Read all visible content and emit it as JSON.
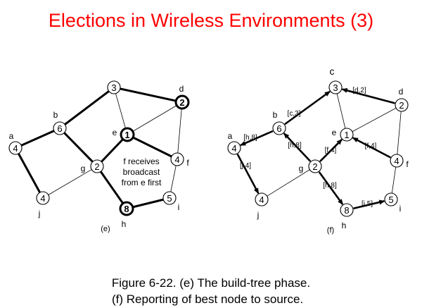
{
  "title": "Elections in Wireless Environments (3)",
  "caption": {
    "line1": "Figure 6-22. (e) The build-tree phase.",
    "line2": "(f) Reporting of best node to source."
  },
  "left": {
    "panel_label": "(e)",
    "nodes": [
      {
        "id": "a",
        "capacity": "4",
        "letter": "a"
      },
      {
        "id": "b",
        "capacity": "6",
        "letter": "b"
      },
      {
        "id": "c",
        "capacity": "3",
        "letter": ""
      },
      {
        "id": "d",
        "capacity": "2",
        "letter": "d"
      },
      {
        "id": "e",
        "capacity": "1",
        "letter": "e"
      },
      {
        "id": "f",
        "capacity": "4",
        "letter": "f"
      },
      {
        "id": "g",
        "capacity": "2",
        "letter": "g"
      },
      {
        "id": "h",
        "capacity": "8",
        "letter": "h"
      },
      {
        "id": "i",
        "capacity": "5",
        "letter": "i"
      },
      {
        "id": "j",
        "capacity": "4",
        "letter": "j"
      }
    ],
    "note": [
      "f receives",
      "broadcast",
      "from e first"
    ]
  },
  "right": {
    "panel_label": "(f)",
    "nodes": [
      {
        "id": "a",
        "capacity": "4",
        "letter": "a"
      },
      {
        "id": "b",
        "capacity": "6",
        "letter": "b"
      },
      {
        "id": "c",
        "capacity": "3",
        "letter": "c"
      },
      {
        "id": "d",
        "capacity": "2",
        "letter": "d"
      },
      {
        "id": "e",
        "capacity": "1",
        "letter": "e"
      },
      {
        "id": "f",
        "capacity": "4",
        "letter": "f"
      },
      {
        "id": "g",
        "capacity": "2",
        "letter": "g"
      },
      {
        "id": "h",
        "capacity": "8",
        "letter": "h"
      },
      {
        "id": "i",
        "capacity": "5",
        "letter": "i"
      },
      {
        "id": "j",
        "capacity": "4",
        "letter": "j"
      }
    ],
    "reports": [
      {
        "from": "d",
        "to": "c",
        "label": "[d,2]"
      },
      {
        "from": "b",
        "to": "c",
        "label": "[c,3]"
      },
      {
        "from": "b",
        "to": "a",
        "label": "[h,8]"
      },
      {
        "from": "g",
        "to": "b",
        "label": "[h,8]"
      },
      {
        "from": "g",
        "to": "e",
        "label": "[f,4]"
      },
      {
        "from": "f",
        "to": "e",
        "label": "[f,4]"
      },
      {
        "from": "a",
        "to": "j",
        "label": "[j,4]"
      },
      {
        "from": "g",
        "to": "h",
        "label": "[h,8]"
      },
      {
        "from": "h",
        "to": "i",
        "label": "[i,5]"
      }
    ]
  },
  "edges": [
    {
      "from": "a",
      "to": "b"
    },
    {
      "from": "a",
      "to": "j"
    },
    {
      "from": "b",
      "to": "c"
    },
    {
      "from": "b",
      "to": "g"
    },
    {
      "from": "c",
      "to": "d"
    },
    {
      "from": "c",
      "to": "e"
    },
    {
      "from": "d",
      "to": "e"
    },
    {
      "from": "d",
      "to": "f"
    },
    {
      "from": "e",
      "to": "g"
    },
    {
      "from": "e",
      "to": "f"
    },
    {
      "from": "g",
      "to": "h"
    },
    {
      "from": "g",
      "to": "j"
    },
    {
      "from": "h",
      "to": "i"
    },
    {
      "from": "f",
      "to": "i"
    }
  ],
  "left_bold_edges": [
    {
      "from": "a",
      "to": "b"
    },
    {
      "from": "a",
      "to": "j"
    },
    {
      "from": "b",
      "to": "c"
    },
    {
      "from": "b",
      "to": "g"
    },
    {
      "from": "c",
      "to": "d"
    },
    {
      "from": "e",
      "to": "g"
    },
    {
      "from": "e",
      "to": "f"
    },
    {
      "from": "g",
      "to": "h"
    },
    {
      "from": "h",
      "to": "i"
    }
  ],
  "left_bold_nodes": [
    "d",
    "e",
    "h"
  ],
  "colors": {
    "title": "#ff0000",
    "ink": "#000000"
  }
}
